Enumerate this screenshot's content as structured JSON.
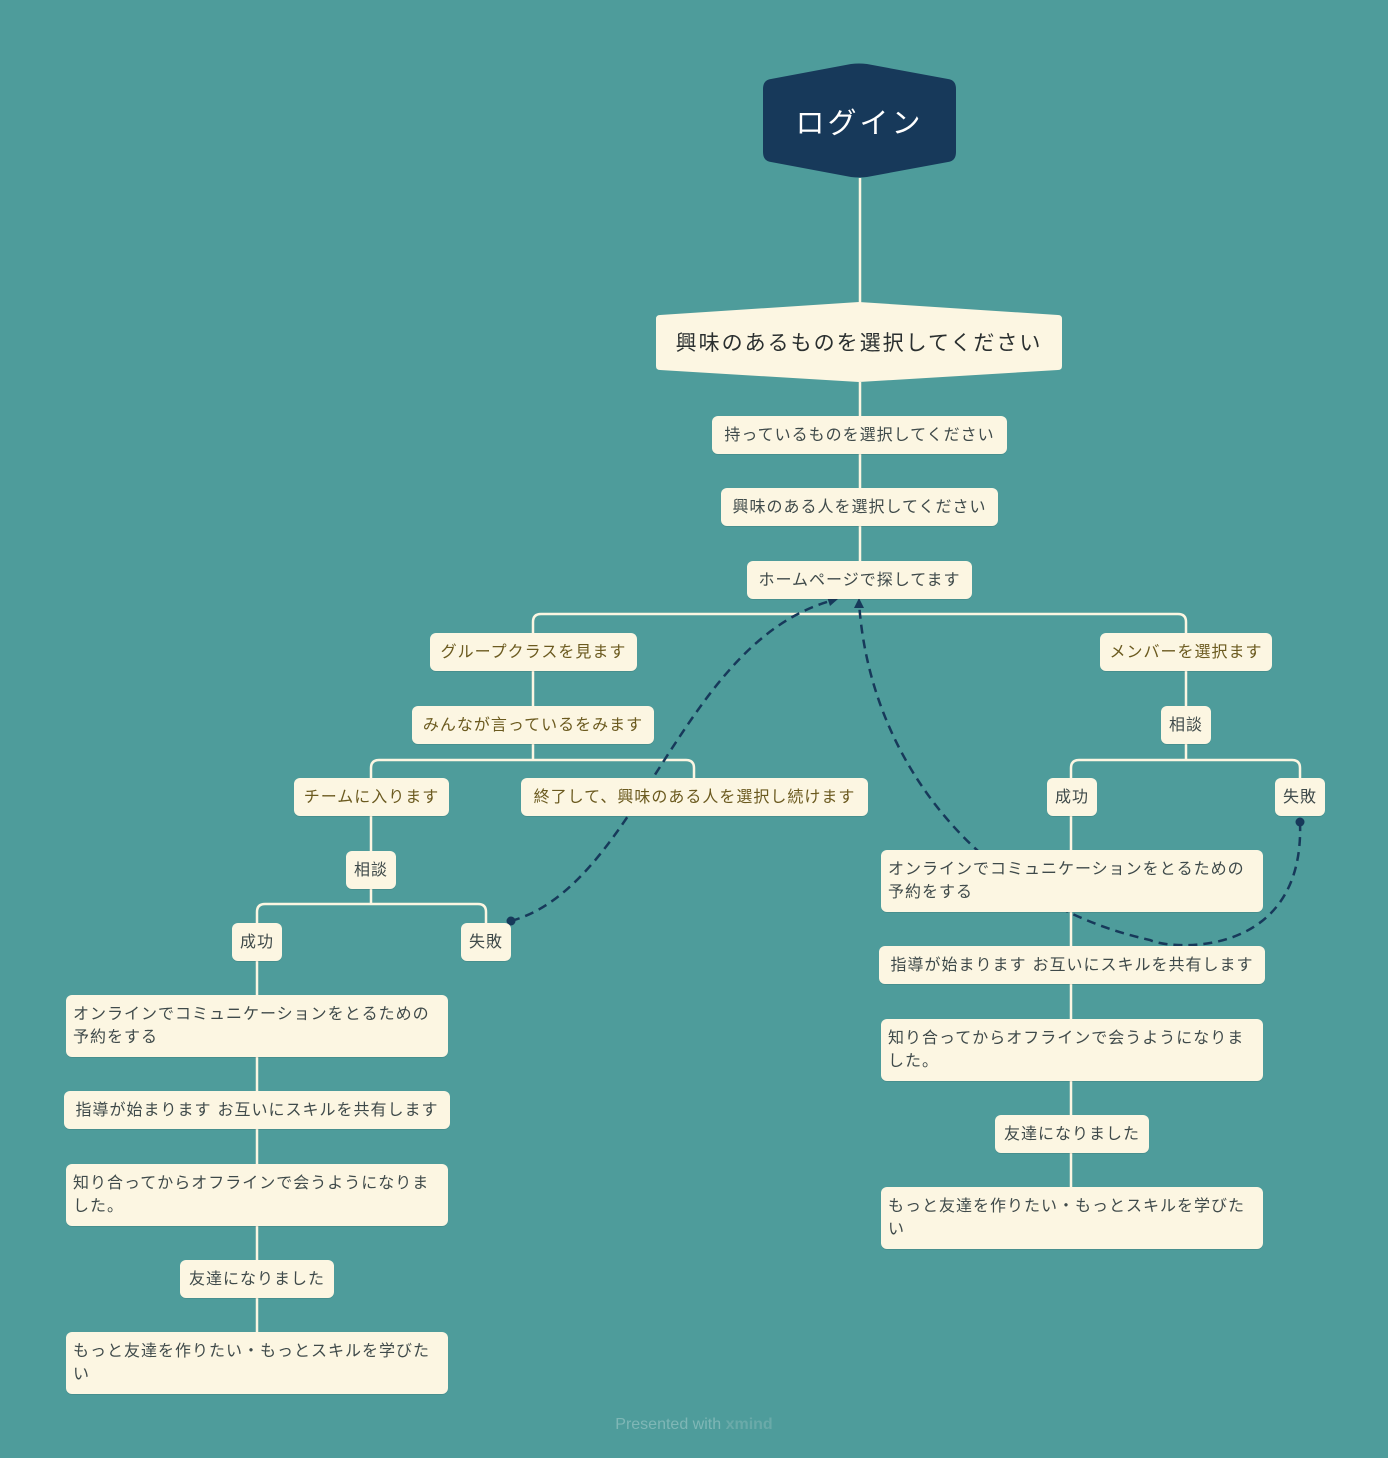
{
  "diagram": {
    "root": "ログイン",
    "main_topic": "興味のあるものを選択してください",
    "step1": "持っているものを選択してください",
    "step2": "興味のある人を選択してください",
    "step3": "ホームページで探してます",
    "left": {
      "group_class": "グループクラスを見ます",
      "see_others": "みんなが言っているをみます",
      "join_team": "チームに入ります",
      "end_continue": "終了して、興味のある人を選択し続けます",
      "consult": "相談",
      "success": "成功",
      "failure": "失敗",
      "reserve": "オンラインでコミュニケーションをとるための予約をする",
      "guidance": "指導が始まります お互いにスキルを共有します",
      "offline": "知り合ってからオフラインで会うようになりました。",
      "friends": "友達になりました",
      "more": "もっと友達を作りたい・もっとスキルを学びたい"
    },
    "right": {
      "select_member": "メンバーを選択ます",
      "consult": "相談",
      "success": "成功",
      "failure": "失敗",
      "reserve": "オンラインでコミュニケーションをとるための予約をする",
      "guidance": "指導が始まります お互いにスキルを共有します",
      "offline": "知り合ってからオフラインで会うようになりました。",
      "friends": "友達になりました",
      "more": "もっと友達を作りたい・もっとスキルを学びたい"
    }
  },
  "footer": {
    "prefix": "Presented with",
    "brand": "xmind"
  },
  "colors": {
    "background": "#4e9c9b",
    "root": "#17395a",
    "node": "#fcf6e2",
    "line": "#fcf6e2",
    "relation": "#17395a"
  }
}
